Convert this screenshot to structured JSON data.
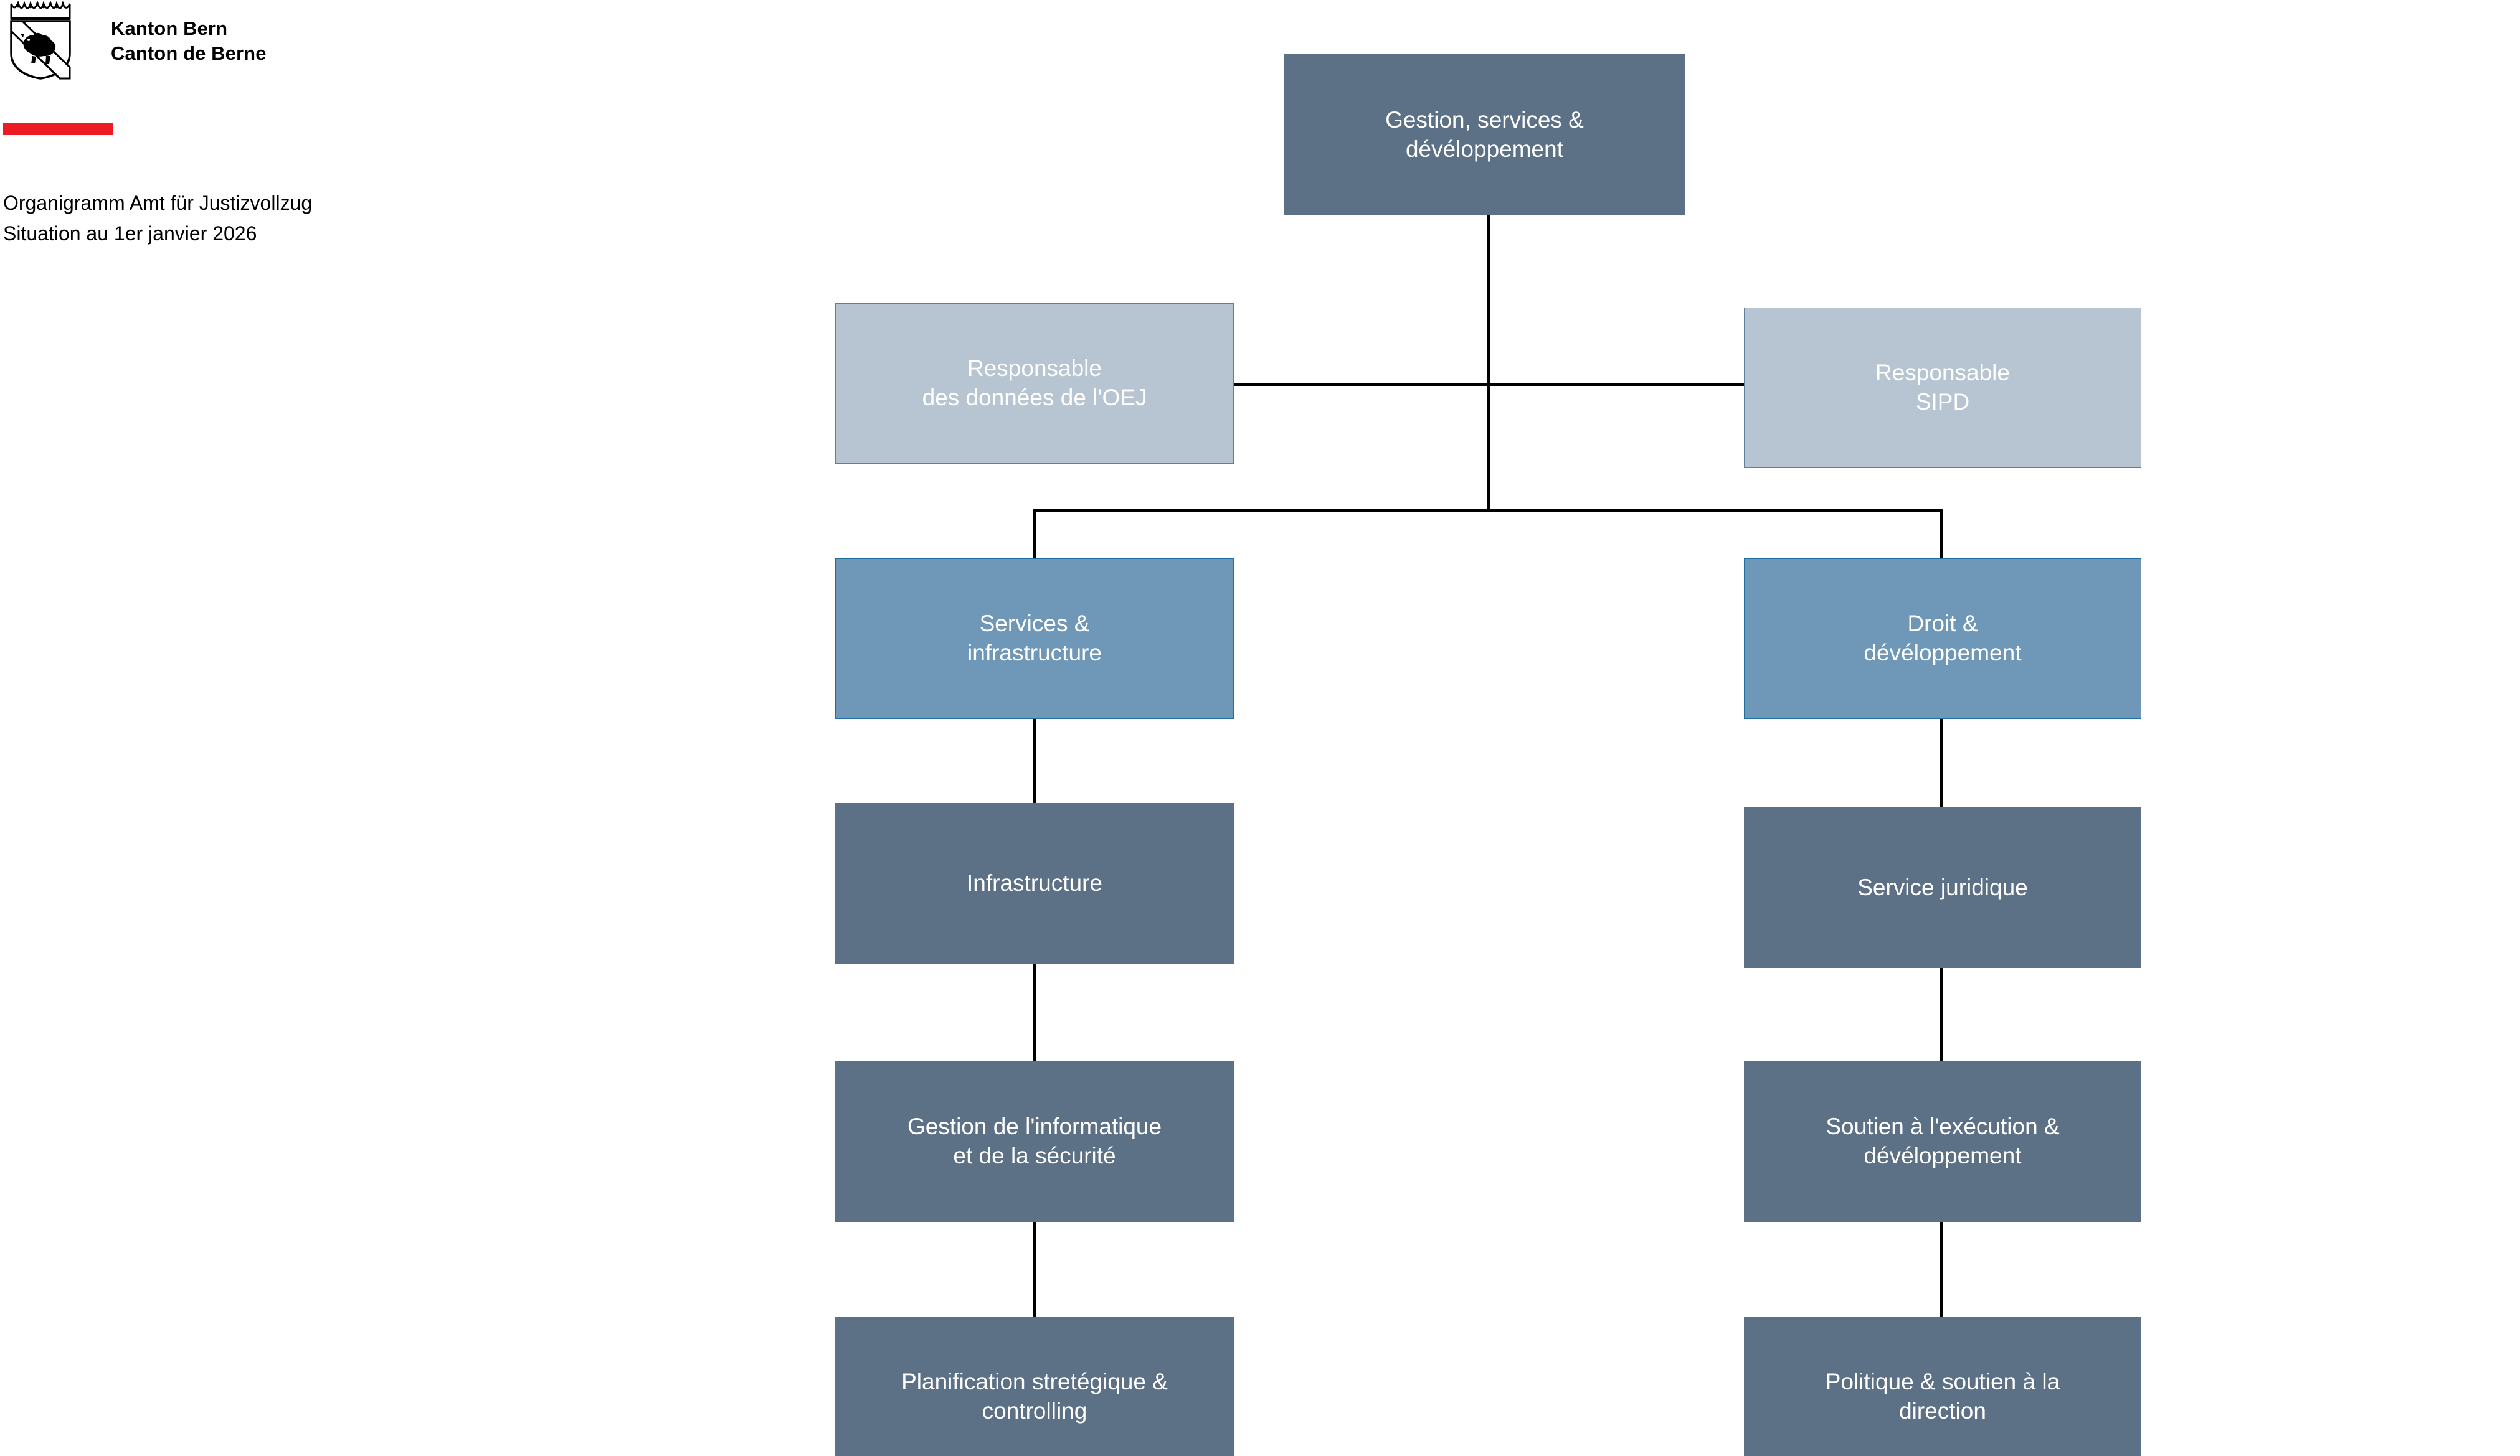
{
  "header": {
    "crest_icon": "bern-coat-of-arms-icon",
    "brand_lines": [
      "Kanton Bern",
      "Canton de Berne"
    ],
    "accent_color": "#ec1b24",
    "caption_lines": [
      "Organigramm Amt für Justizvollzug",
      "Situation au 1er janvier 2026"
    ]
  },
  "palette": {
    "dark": "#5d7186",
    "light": "#b6c5d1",
    "medium": "#6f97b7",
    "connector": "#000000",
    "node_text": "#ffffff",
    "page_background": "#ffffff"
  },
  "chart_data": {
    "type": "diagram",
    "subtype": "org-chart",
    "title": "Organigramm Amt für Justizvollzug",
    "subtitle": "Situation au 1er janvier 2026",
    "nodes": [
      {
        "id": "root",
        "label": "Gestion, services &\ndévéloppement",
        "tone": "dark",
        "level": 0,
        "column": "center"
      },
      {
        "id": "oej",
        "label": "Responsable\ndes données de l'OEJ",
        "tone": "light",
        "level": 1,
        "column": "left"
      },
      {
        "id": "sipd",
        "label": "Responsable\nSIPD",
        "tone": "light",
        "level": 1,
        "column": "right"
      },
      {
        "id": "services",
        "label": "Services &\ninfrastructure",
        "tone": "medium",
        "level": 2,
        "column": "left"
      },
      {
        "id": "droit",
        "label": "Droit &\ndévéloppement",
        "tone": "medium",
        "level": 2,
        "column": "right"
      },
      {
        "id": "infra",
        "label": "Infrastructure",
        "tone": "dark",
        "level": 3,
        "column": "left"
      },
      {
        "id": "juridique",
        "label": "Service juridique",
        "tone": "dark",
        "level": 3,
        "column": "right"
      },
      {
        "id": "informatique",
        "label": "Gestion de l'informatique\net de la sécurité",
        "tone": "dark",
        "level": 4,
        "column": "left"
      },
      {
        "id": "soutien",
        "label": "Soutien à l'exécution &\ndévéloppement",
        "tone": "dark",
        "level": 4,
        "column": "right"
      },
      {
        "id": "planification",
        "label": "Planification stretégique &\ncontrolling",
        "tone": "dark",
        "level": 5,
        "column": "left"
      },
      {
        "id": "politique",
        "label": "Politique & soutien à la\ndirection",
        "tone": "dark",
        "level": 5,
        "column": "right"
      }
    ],
    "edges": [
      {
        "from": "root",
        "to": "services",
        "style": "orthogonal"
      },
      {
        "from": "root",
        "to": "droit",
        "style": "orthogonal"
      },
      {
        "from": "oej",
        "to": "sipd",
        "style": "horizontal-staff"
      },
      {
        "from": "services",
        "to": "infra",
        "style": "vertical"
      },
      {
        "from": "infra",
        "to": "informatique",
        "style": "vertical"
      },
      {
        "from": "informatique",
        "to": "planification",
        "style": "vertical"
      },
      {
        "from": "droit",
        "to": "juridique",
        "style": "vertical"
      },
      {
        "from": "juridique",
        "to": "soutien",
        "style": "vertical"
      },
      {
        "from": "soutien",
        "to": "politique",
        "style": "vertical"
      }
    ]
  },
  "nodes": {
    "root": "Gestion, services &\ndévéloppement",
    "oej": "Responsable\ndes données de l'OEJ",
    "sipd": "Responsable\nSIPD",
    "services": "Services &\ninfrastructure",
    "droit": "Droit &\ndévéloppement",
    "infra": "Infrastructure",
    "juridique": "Service juridique",
    "informatique": "Gestion de l'informatique\net de la sécurité",
    "soutien": "Soutien à l'exécution &\ndévéloppement",
    "planification": "Planification stretégique &\ncontrolling",
    "politique": "Politique & soutien à la\ndirection"
  }
}
